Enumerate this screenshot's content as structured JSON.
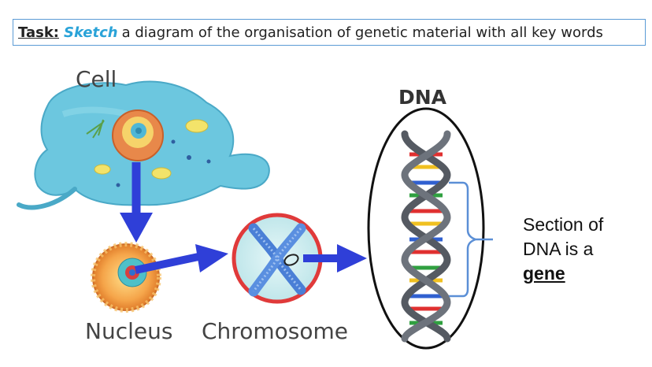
{
  "task": {
    "label": "Task:",
    "verb": "Sketch",
    "text": "a diagram of the organisation of genetic material with all key words"
  },
  "diagram": {
    "cell_label": "Cell",
    "nucleus_label": "Nucleus",
    "chromosome_label": "Chromosome",
    "dna_label": "DNA"
  },
  "note": {
    "line1": "Section of",
    "line2": "DNA is a",
    "line3": "gene"
  },
  "colors": {
    "arrow": "#2f3fd8",
    "task_border": "#5b9bd5",
    "verb": "#2aa3d8",
    "chromosome_ring": "#e03a3a",
    "bracket": "#5b8fd6"
  }
}
